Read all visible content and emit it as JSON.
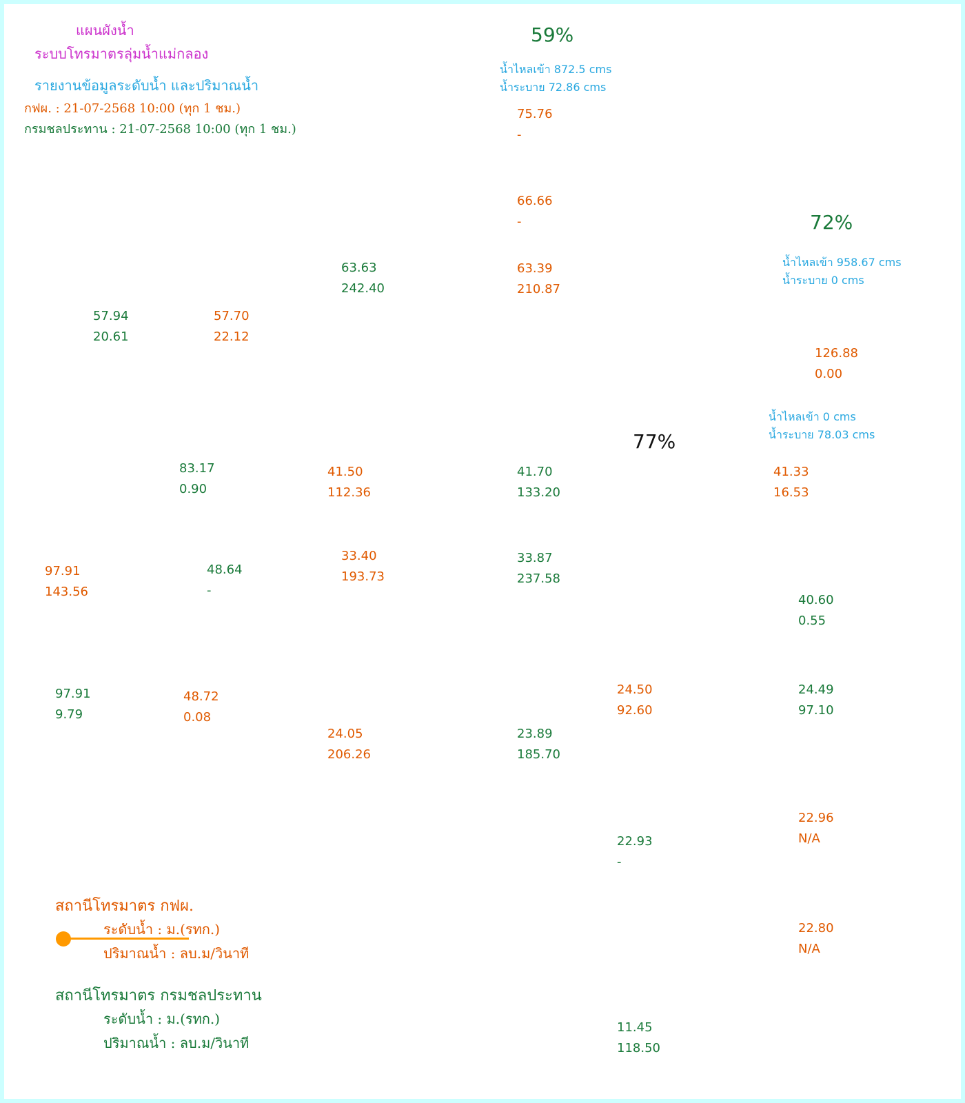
{
  "header": {
    "title": "แผนผังน้ำ",
    "subtitle": "ระบบโทรมาตรลุ่มน้ำแม่กลอง",
    "report_title": "รายงานข้อมูลระดับน้ำ และปริมาณน้ำ",
    "egat_update": "กฟผ. : 21-07-2568 10:00 (ทุก 1 ชม.)",
    "rid_update": "กรมชลประทาน : 21-07-2568 10:00 (ทุก 1 ชม.)"
  },
  "reservoirs": {
    "r1": {
      "percent": "59%",
      "inflow": "น้ำไหลเข้า 872.5 cms",
      "outflow": "น้ำระบาย 72.86 cms"
    },
    "r2": {
      "percent": "72%",
      "inflow": "น้ำไหลเข้า 958.67 cms",
      "outflow": "น้ำระบาย 0 cms"
    },
    "r3": {
      "percent": "77%",
      "inflow": "น้ำไหลเข้า 0 cms",
      "outflow": "น้ำระบาย 78.03 cms"
    }
  },
  "stations": [
    {
      "agency": "egat",
      "level": "75.76",
      "flow": "-"
    },
    {
      "agency": "egat",
      "level": "66.66",
      "flow": "-"
    },
    {
      "agency": "rid",
      "level": "63.63",
      "flow": "242.40"
    },
    {
      "agency": "egat",
      "level": "63.39",
      "flow": "210.87"
    },
    {
      "agency": "rid",
      "level": "57.94",
      "flow": "20.61"
    },
    {
      "agency": "egat",
      "level": "57.70",
      "flow": "22.12"
    },
    {
      "agency": "egat",
      "level": "126.88",
      "flow": "0.00"
    },
    {
      "agency": "rid",
      "level": "83.17",
      "flow": "0.90"
    },
    {
      "agency": "egat",
      "level": "41.50",
      "flow": "112.36"
    },
    {
      "agency": "rid",
      "level": "41.70",
      "flow": "133.20"
    },
    {
      "agency": "egat",
      "level": "41.33",
      "flow": "16.53"
    },
    {
      "agency": "egat",
      "level": "97.91",
      "flow": "143.56"
    },
    {
      "agency": "rid",
      "level": "48.64",
      "flow": "-"
    },
    {
      "agency": "egat",
      "level": "33.40",
      "flow": "193.73"
    },
    {
      "agency": "rid",
      "level": "33.87",
      "flow": "237.58"
    },
    {
      "agency": "rid",
      "level": "40.60",
      "flow": "0.55"
    },
    {
      "agency": "rid",
      "level": "97.91",
      "flow": "9.79"
    },
    {
      "agency": "egat",
      "level": "48.72",
      "flow": "0.08"
    },
    {
      "agency": "egat",
      "level": "24.50",
      "flow": "92.60"
    },
    {
      "agency": "rid",
      "level": "24.49",
      "flow": "97.10"
    },
    {
      "agency": "egat",
      "level": "24.05",
      "flow": "206.26"
    },
    {
      "agency": "rid",
      "level": "23.89",
      "flow": "185.70"
    },
    {
      "agency": "egat",
      "level": "22.96",
      "flow": "N/A"
    },
    {
      "agency": "rid",
      "level": "22.93",
      "flow": "-"
    },
    {
      "agency": "egat",
      "level": "22.80",
      "flow": "N/A"
    },
    {
      "agency": "rid",
      "level": "11.45",
      "flow": "118.50"
    }
  ],
  "legend": {
    "egat_title": "สถานีโทรมาตร กฟผ.",
    "egat_level": "ระดับน้ำ : ม.(รทก.)",
    "egat_flow": "ปริมาณน้ำ : ลบ.ม/วินาที",
    "rid_title": "สถานีโทรมาตร กรมชลประทาน",
    "rid_level": "ระดับน้ำ : ม.(รทก.)",
    "rid_flow": "ปริมาณน้ำ : ลบ.ม/วินาที"
  },
  "colors": {
    "egat": "#e05a00",
    "rid": "#1a7a3a",
    "info": "#29a8e0",
    "title": "#cc33cc",
    "frame": "#ccffff",
    "marker": "#ff9900"
  }
}
